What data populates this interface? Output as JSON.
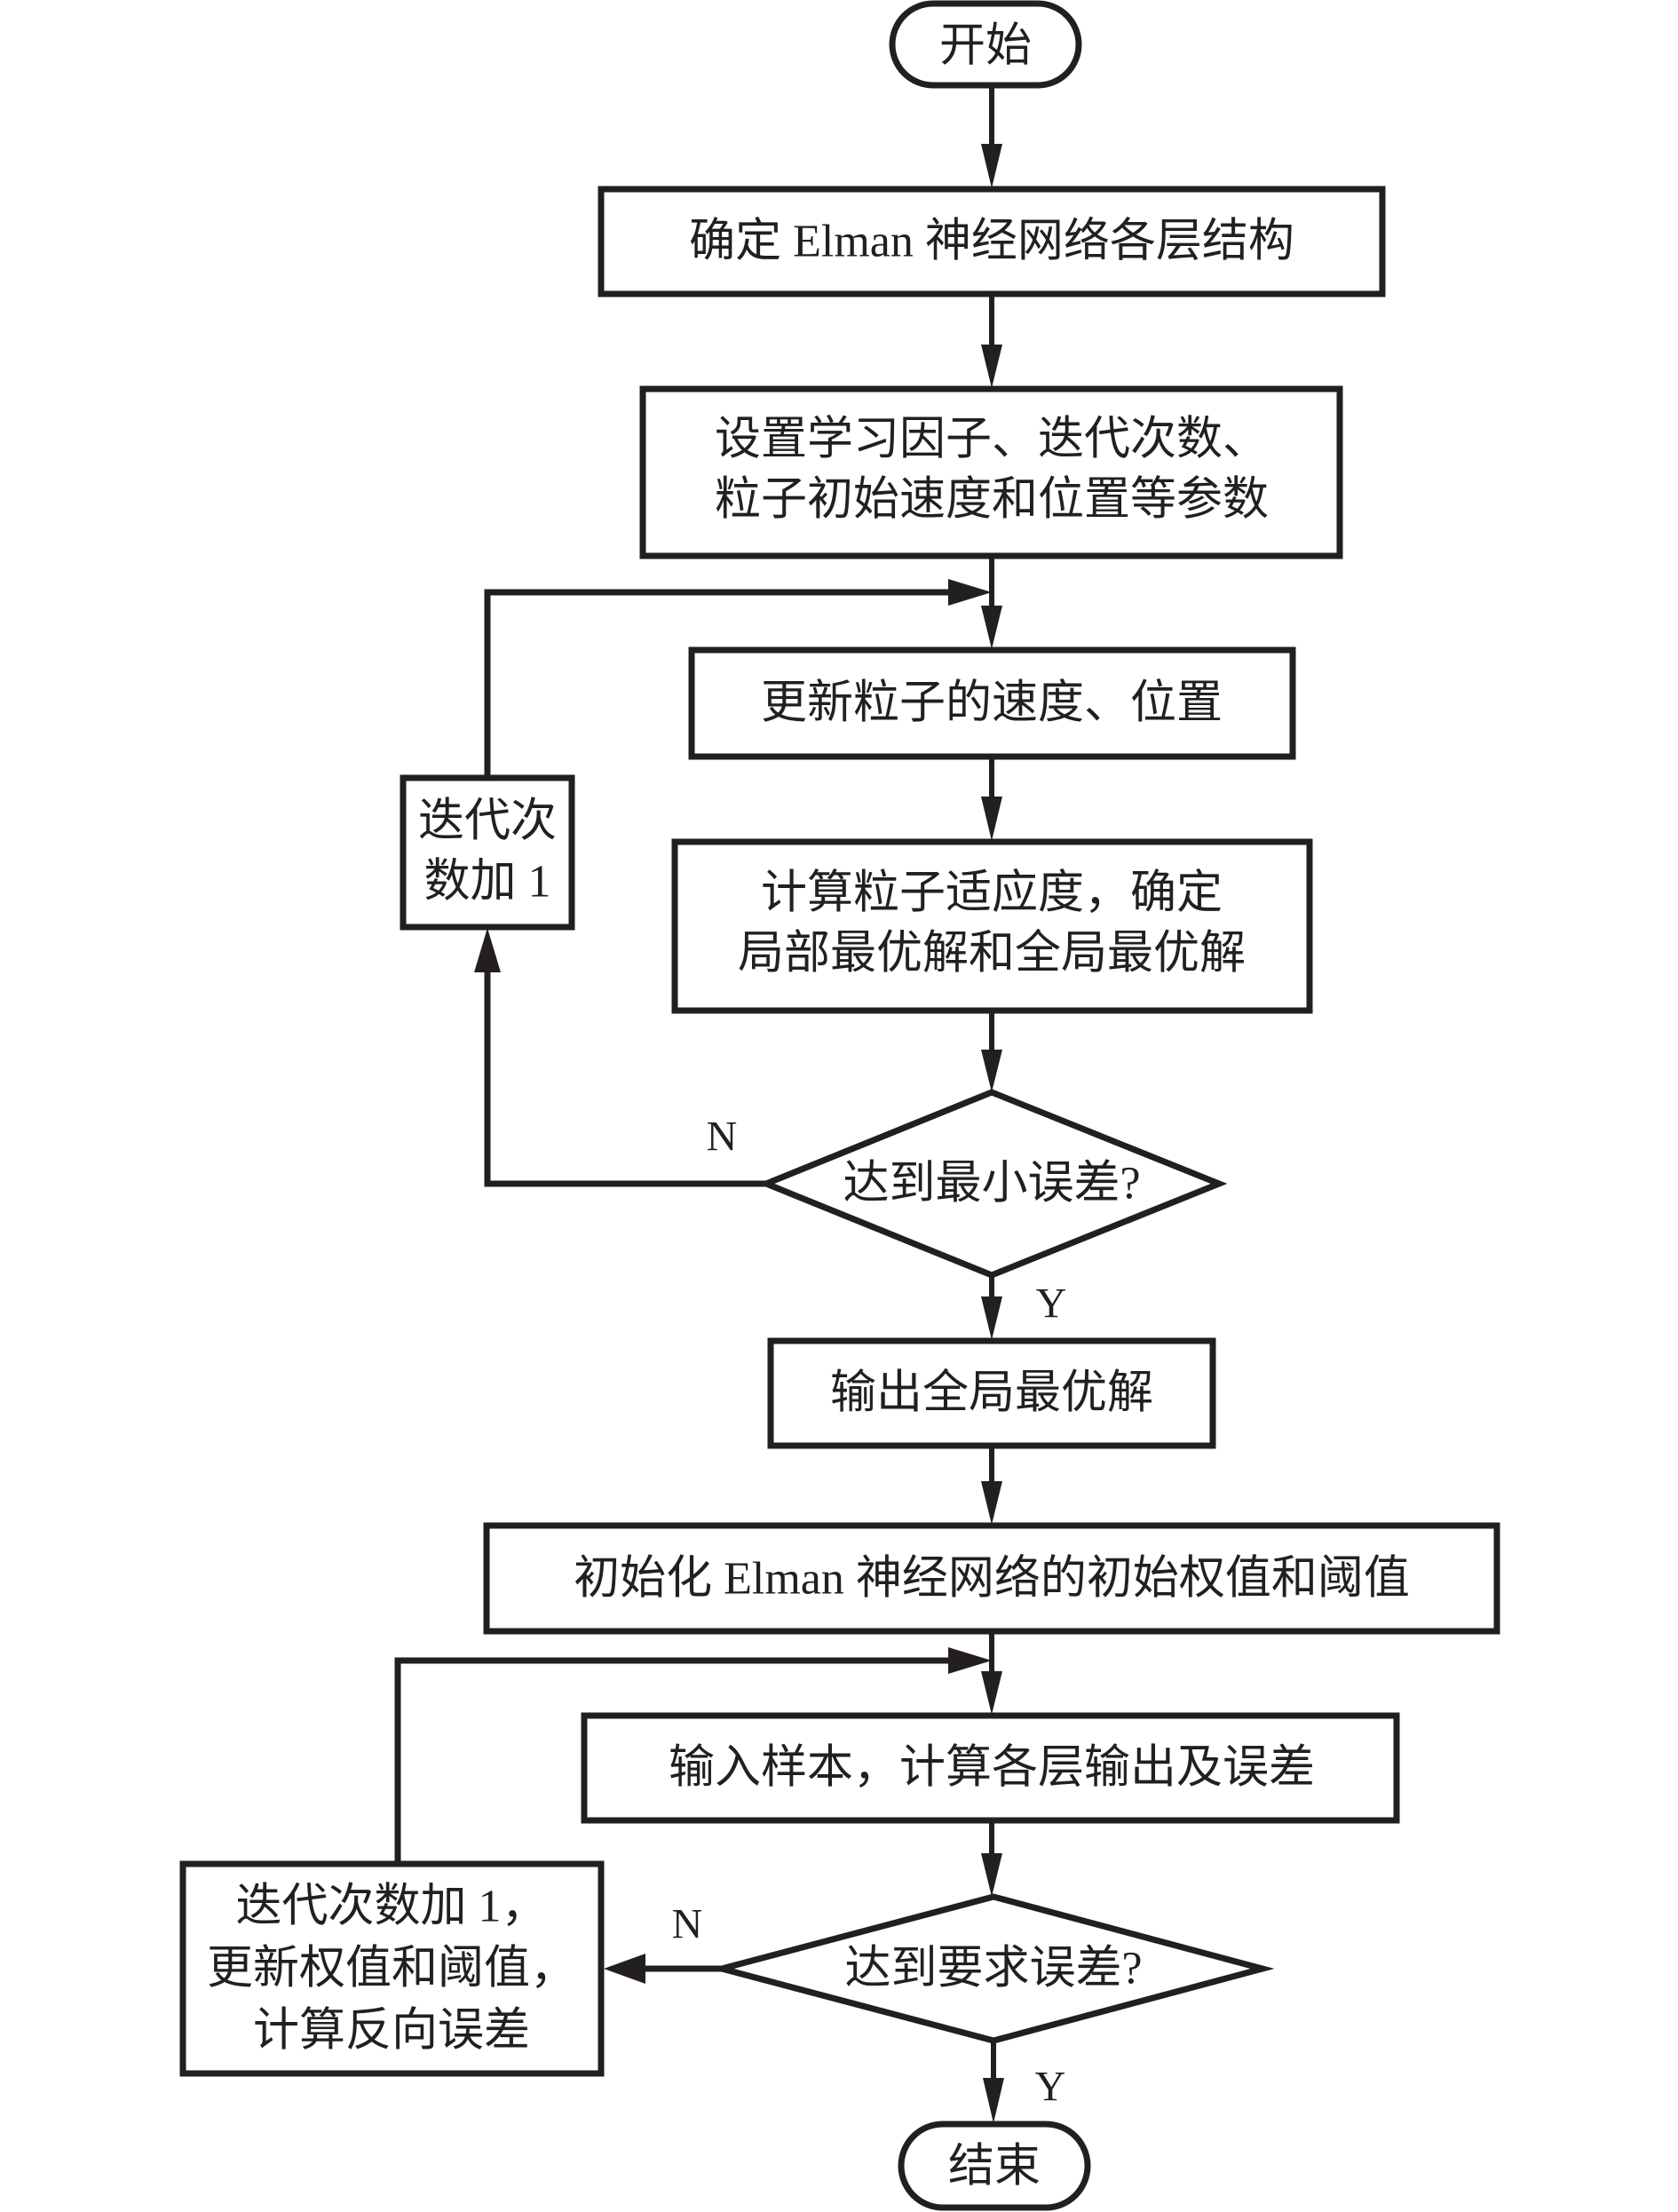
{
  "flowchart": {
    "start": "开始",
    "end": "结束",
    "steps": {
      "define_structure": "确定 Elman 神经网络各层结构",
      "set_params": [
        "设置学习因子、迭代次数、",
        "粒子初始速度和位置等参数"
      ],
      "update_particles": "更新粒子的速度、位置",
      "compute_fitness": [
        "计算粒子适应度，确定",
        "局部最优解和全局最优解"
      ],
      "output_global_best": "输出全局最优解",
      "init_weights": "初始化 Elman 神经网络的初始权值和阈值",
      "input_samples": "输入样本，计算各层输出及误差"
    },
    "decisions": {
      "min_error": "达到最小误差?",
      "required_error": "达到要求误差?"
    },
    "loop_boxes": {
      "pso_increment": [
        "迭代次",
        "数加 1"
      ],
      "bp_update": [
        "迭代次数加 1，",
        "更新权值和阈值，",
        "计算反向误差"
      ]
    },
    "branch_labels": {
      "yes": "Y",
      "no": "N"
    }
  }
}
